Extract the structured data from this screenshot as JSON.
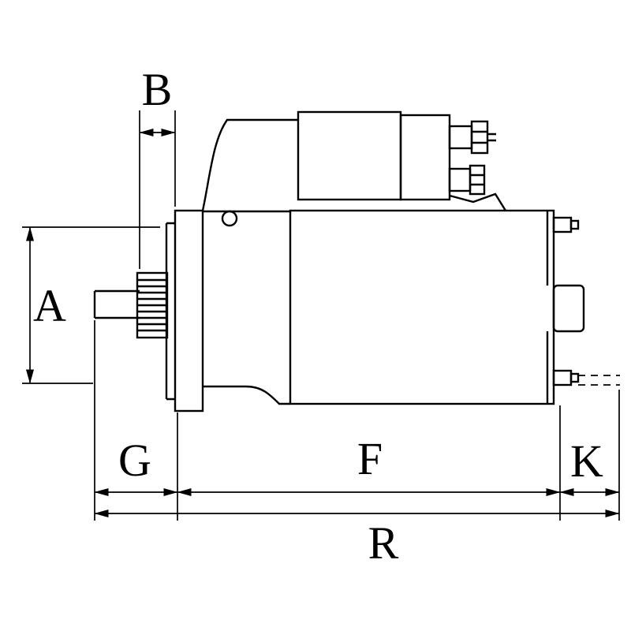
{
  "page": {
    "background": "#ffffff"
  },
  "diagram": {
    "kind": "engineering-line-drawing",
    "subject": "starter-motor-side-view-with-dimension-callouts",
    "stroke_color": "#000000",
    "labels": {
      "A": "A",
      "B": "B",
      "G": "G",
      "F": "F",
      "K": "K",
      "R": "R"
    }
  }
}
